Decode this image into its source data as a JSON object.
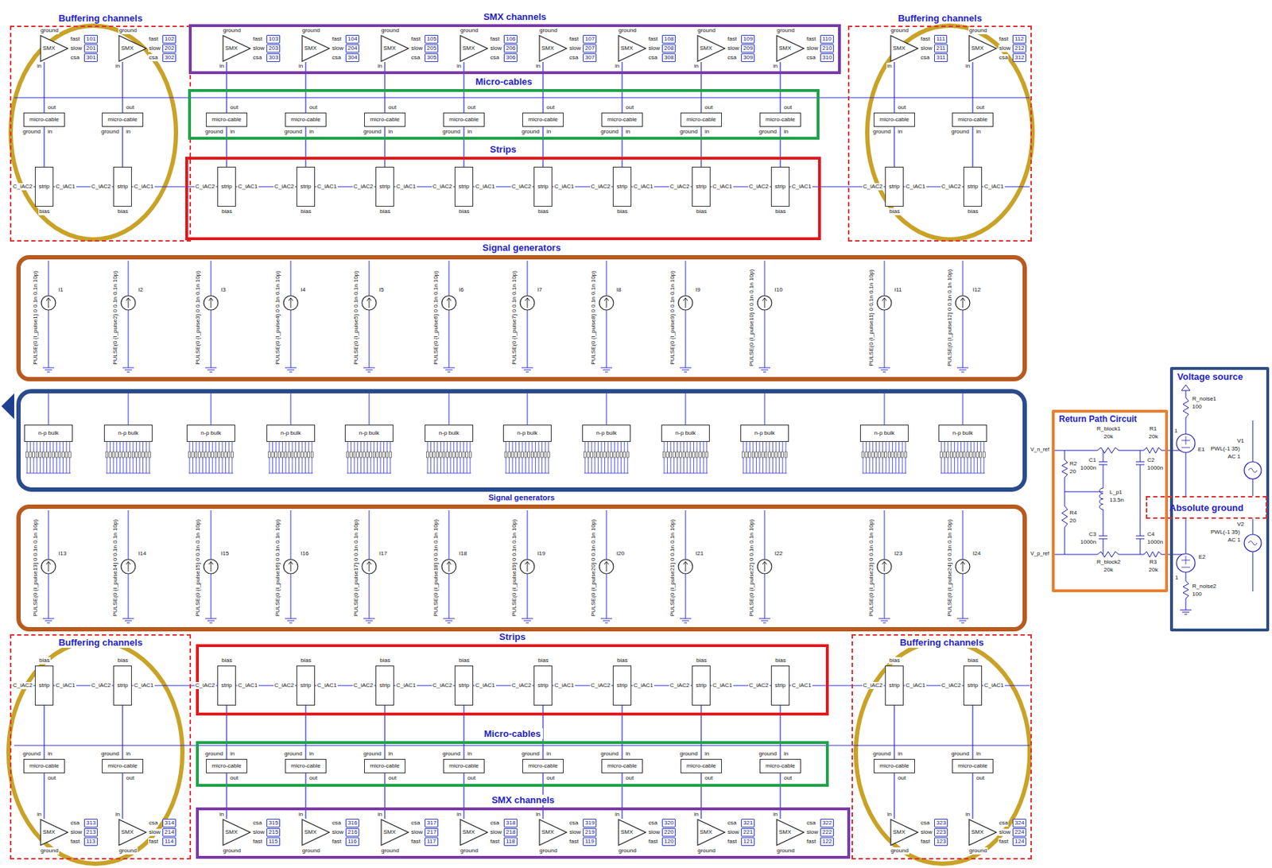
{
  "diagram": {
    "nodes": [
      {
        "text": [
          "Buffering channels"
        ]
      },
      {
        "text": [
          "SMX channels"
        ]
      },
      {
        "text": [
          "Micro-cables"
        ]
      },
      {
        "text": [
          "Strips"
        ]
      },
      {
        "text": [
          "Buffering channels"
        ]
      },
      {
        "text": [
          "Signal generators"
        ]
      },
      {
        "text": [
          "Signal generators"
        ]
      },
      {
        "text": [
          "Buffering channels"
        ]
      },
      {
        "text": [
          "Strips"
        ]
      },
      {
        "text": [
          "Micro-cables"
        ]
      },
      {
        "text": [
          "SMX channels"
        ]
      },
      {
        "text": [
          "Buffering channels"
        ]
      },
      {
        "text": [
          "Return Path Circuit"
        ]
      },
      {
        "text": [
          "Voltage source"
        ]
      },
      {
        "text": [
          "Absolute ground"
        ]
      },
      {
        "text": [
          "SMX"
        ],
        "in": 0
      },
      {
        "text": [
          "SMX"
        ],
        "in": 0
      },
      {
        "text": [
          "SMX"
        ],
        "in": 1
      },
      {
        "text": [
          "SMX"
        ],
        "in": 1
      },
      {
        "text": [
          "SMX"
        ],
        "in": 1
      },
      {
        "text": [
          "SMX"
        ],
        "in": 1
      },
      {
        "text": [
          "SMX"
        ],
        "in": 1
      },
      {
        "text": [
          "SMX"
        ],
        "in": 1
      },
      {
        "text": [
          "SMX"
        ],
        "in": 1
      },
      {
        "text": [
          "SMX"
        ],
        "in": 1
      },
      {
        "text": [
          "SMX"
        ],
        "in": 4
      },
      {
        "text": [
          "SMX"
        ],
        "in": 4
      },
      {
        "text": [
          "micro-cable"
        ],
        "in": 0
      },
      {
        "text": [
          "micro-cable"
        ],
        "in": 0
      },
      {
        "text": [
          "micro-cable"
        ],
        "in": 2
      },
      {
        "text": [
          "micro-cable"
        ],
        "in": 2
      },
      {
        "text": [
          "micro-cable"
        ],
        "in": 2
      },
      {
        "text": [
          "micro-cable"
        ],
        "in": 2
      },
      {
        "text": [
          "micro-cable"
        ],
        "in": 2
      },
      {
        "text": [
          "micro-cable"
        ],
        "in": 2
      },
      {
        "text": [
          "micro-cable"
        ],
        "in": 2
      },
      {
        "text": [
          "micro-cable"
        ],
        "in": 2
      },
      {
        "text": [
          "micro-cable"
        ],
        "in": 4
      },
      {
        "text": [
          "micro-cable"
        ],
        "in": 4
      },
      {
        "text": [
          "strip"
        ],
        "in": 0
      },
      {
        "text": [
          "strip"
        ],
        "in": 0
      },
      {
        "text": [
          "strip"
        ],
        "in": 3
      },
      {
        "text": [
          "strip"
        ],
        "in": 3
      },
      {
        "text": [
          "strip"
        ],
        "in": 3
      },
      {
        "text": [
          "strip"
        ],
        "in": 3
      },
      {
        "text": [
          "strip"
        ],
        "in": 3
      },
      {
        "text": [
          "strip"
        ],
        "in": 3
      },
      {
        "text": [
          "strip"
        ],
        "in": 3
      },
      {
        "text": [
          "strip"
        ],
        "in": 3
      },
      {
        "text": [
          "strip"
        ],
        "in": 4
      },
      {
        "text": [
          "strip"
        ],
        "in": 4
      },
      {
        "text": [
          "n-p bulk"
        ]
      },
      {
        "text": [
          "n-p bulk"
        ]
      },
      {
        "text": [
          "n-p bulk"
        ]
      },
      {
        "text": [
          "n-p bulk"
        ]
      },
      {
        "text": [
          "n-p bulk"
        ]
      },
      {
        "text": [
          "n-p bulk"
        ]
      },
      {
        "text": [
          "n-p bulk"
        ]
      },
      {
        "text": [
          "n-p bulk"
        ]
      },
      {
        "text": [
          "n-p bulk"
        ]
      },
      {
        "text": [
          "n-p bulk"
        ]
      },
      {
        "text": [
          "n-p bulk"
        ]
      },
      {
        "text": [
          "n-p bulk"
        ]
      },
      {
        "text": [
          "strip"
        ],
        "in": 7
      },
      {
        "text": [
          "strip"
        ],
        "in": 7
      },
      {
        "text": [
          "strip"
        ],
        "in": 8
      },
      {
        "text": [
          "strip"
        ],
        "in": 8
      },
      {
        "text": [
          "strip"
        ],
        "in": 8
      },
      {
        "text": [
          "strip"
        ],
        "in": 8
      },
      {
        "text": [
          "strip"
        ],
        "in": 8
      },
      {
        "text": [
          "strip"
        ],
        "in": 8
      },
      {
        "text": [
          "strip"
        ],
        "in": 8
      },
      {
        "text": [
          "strip"
        ],
        "in": 8
      },
      {
        "text": [
          "strip"
        ],
        "in": 11
      },
      {
        "text": [
          "strip"
        ],
        "in": 11
      },
      {
        "text": [
          "micro-cable"
        ],
        "in": 7
      },
      {
        "text": [
          "micro-cable"
        ],
        "in": 7
      },
      {
        "text": [
          "micro-cable"
        ],
        "in": 9
      },
      {
        "text": [
          "micro-cable"
        ],
        "in": 9
      },
      {
        "text": [
          "micro-cable"
        ],
        "in": 9
      },
      {
        "text": [
          "micro-cable"
        ],
        "in": 9
      },
      {
        "text": [
          "micro-cable"
        ],
        "in": 9
      },
      {
        "text": [
          "micro-cable"
        ],
        "in": 9
      },
      {
        "text": [
          "micro-cable"
        ],
        "in": 9
      },
      {
        "text": [
          "micro-cable"
        ],
        "in": 9
      },
      {
        "text": [
          "micro-cable"
        ],
        "in": 11
      },
      {
        "text": [
          "micro-cable"
        ],
        "in": 11
      },
      {
        "text": [
          "SMX"
        ],
        "in": 7
      },
      {
        "text": [
          "SMX"
        ],
        "in": 7
      },
      {
        "text": [
          "SMX"
        ],
        "in": 10
      },
      {
        "text": [
          "SMX"
        ],
        "in": 10
      },
      {
        "text": [
          "SMX"
        ],
        "in": 10
      },
      {
        "text": [
          "SMX"
        ],
        "in": 10
      },
      {
        "text": [
          "SMX"
        ],
        "in": 10
      },
      {
        "text": [
          "SMX"
        ],
        "in": 10
      },
      {
        "text": [
          "SMX"
        ],
        "in": 10
      },
      {
        "text": [
          "SMX"
        ],
        "in": 10
      },
      {
        "text": [
          "SMX"
        ],
        "in": 11
      },
      {
        "text": [
          "SMX"
        ],
        "in": 11
      }
    ],
    "edges": [
      {
        "from": 39,
        "to": 27,
        "arrow": "none"
      },
      {
        "from": 27,
        "to": 15,
        "arrow": "none"
      },
      {
        "from": 40,
        "to": 28,
        "arrow": "none"
      },
      {
        "from": 28,
        "to": 16,
        "arrow": "none"
      },
      {
        "from": 41,
        "to": 29,
        "arrow": "none"
      },
      {
        "from": 29,
        "to": 17,
        "arrow": "none"
      },
      {
        "from": 42,
        "to": 30,
        "arrow": "none"
      },
      {
        "from": 30,
        "to": 18,
        "arrow": "none"
      },
      {
        "from": 43,
        "to": 31,
        "arrow": "none"
      },
      {
        "from": 31,
        "to": 19,
        "arrow": "none"
      },
      {
        "from": 44,
        "to": 32,
        "arrow": "none"
      },
      {
        "from": 32,
        "to": 20,
        "arrow": "none"
      },
      {
        "from": 45,
        "to": 33,
        "arrow": "none"
      },
      {
        "from": 33,
        "to": 21,
        "arrow": "none"
      },
      {
        "from": 46,
        "to": 34,
        "arrow": "none"
      },
      {
        "from": 34,
        "to": 22,
        "arrow": "none"
      },
      {
        "from": 47,
        "to": 35,
        "arrow": "none"
      },
      {
        "from": 35,
        "to": 23,
        "arrow": "none"
      },
      {
        "from": 48,
        "to": 36,
        "arrow": "none"
      },
      {
        "from": 36,
        "to": 24,
        "arrow": "none"
      },
      {
        "from": 49,
        "to": 37,
        "arrow": "none"
      },
      {
        "from": 37,
        "to": 25,
        "arrow": "none"
      },
      {
        "from": 50,
        "to": 38,
        "arrow": "none"
      },
      {
        "from": 38,
        "to": 26,
        "arrow": "none"
      },
      {
        "from": 63,
        "to": 75,
        "arrow": "none"
      },
      {
        "from": 75,
        "to": 87,
        "arrow": "none"
      },
      {
        "from": 64,
        "to": 76,
        "arrow": "none"
      },
      {
        "from": 76,
        "to": 88,
        "arrow": "none"
      },
      {
        "from": 65,
        "to": 77,
        "arrow": "none"
      },
      {
        "from": 77,
        "to": 89,
        "arrow": "none"
      },
      {
        "from": 66,
        "to": 78,
        "arrow": "none"
      },
      {
        "from": 78,
        "to": 90,
        "arrow": "none"
      },
      {
        "from": 67,
        "to": 79,
        "arrow": "none"
      },
      {
        "from": 79,
        "to": 91,
        "arrow": "none"
      },
      {
        "from": 68,
        "to": 80,
        "arrow": "none"
      },
      {
        "from": 80,
        "to": 92,
        "arrow": "none"
      },
      {
        "from": 69,
        "to": 81,
        "arrow": "none"
      },
      {
        "from": 81,
        "to": 93,
        "arrow": "none"
      },
      {
        "from": 70,
        "to": 82,
        "arrow": "none"
      },
      {
        "from": 82,
        "to": 94,
        "arrow": "none"
      },
      {
        "from": 71,
        "to": 83,
        "arrow": "none"
      },
      {
        "from": 83,
        "to": 95,
        "arrow": "none"
      },
      {
        "from": 72,
        "to": 84,
        "arrow": "none"
      },
      {
        "from": 84,
        "to": 96,
        "arrow": "none"
      },
      {
        "from": 73,
        "to": 85,
        "arrow": "none"
      },
      {
        "from": 85,
        "to": 97,
        "arrow": "none"
      },
      {
        "from": 74,
        "to": 86,
        "arrow": "none"
      },
      {
        "from": 86,
        "to": 98,
        "arrow": "none"
      }
    ],
    "labels": [
      "ground",
      "in",
      "fast",
      "slow",
      "csa",
      "101",
      "201",
      "301",
      "ground",
      "in",
      "fast",
      "slow",
      "csa",
      "102",
      "202",
      "302",
      "ground",
      "in",
      "fast",
      "slow",
      "csa",
      "103",
      "203",
      "303",
      "ground",
      "in",
      "fast",
      "slow",
      "csa",
      "104",
      "204",
      "304",
      "ground",
      "in",
      "fast",
      "slow",
      "csa",
      "105",
      "205",
      "305",
      "ground",
      "in",
      "fast",
      "slow",
      "csa",
      "106",
      "206",
      "306",
      "ground",
      "in",
      "fast",
      "slow",
      "csa",
      "107",
      "207",
      "307",
      "ground",
      "in",
      "fast",
      "slow",
      "csa",
      "108",
      "208",
      "308",
      "ground",
      "in",
      "fast",
      "slow",
      "csa",
      "109",
      "209",
      "309",
      "ground",
      "in",
      "fast",
      "slow",
      "csa",
      "110",
      "210",
      "310",
      "ground",
      "in",
      "fast",
      "slow",
      "csa",
      "111",
      "211",
      "311",
      "ground",
      "in",
      "fast",
      "slow",
      "csa",
      "112",
      "212",
      "312",
      "out",
      "ground",
      "in",
      "out",
      "ground",
      "in",
      "out",
      "ground",
      "in",
      "out",
      "ground",
      "in",
      "out",
      "ground",
      "in",
      "out",
      "ground",
      "in",
      "out",
      "ground",
      "in",
      "out",
      "ground",
      "in",
      "out",
      "ground",
      "in",
      "out",
      "ground",
      "in",
      "out",
      "ground",
      "in",
      "out",
      "ground",
      "in",
      "C_iAC2",
      "C_iAC1",
      "bias",
      "C_iAC2",
      "C_iAC1",
      "bias",
      "C_iAC2",
      "C_iAC1",
      "bias",
      "C_iAC2",
      "C_iAC1",
      "bias",
      "C_iAC2",
      "C_iAC1",
      "bias",
      "C_iAC2",
      "C_iAC1",
      "bias",
      "C_iAC2",
      "C_iAC1",
      "bias",
      "C_iAC2",
      "C_iAC1",
      "bias",
      "C_iAC2",
      "C_iAC1",
      "bias",
      "C_iAC2",
      "C_iAC1",
      "bias",
      "C_iAC2",
      "C_iAC1",
      "bias",
      "C_iAC2",
      "C_iAC1",
      "bias",
      "I1",
      "PULSE(0 {I_pulse1} 0 0.1n 0.1n 10p)",
      "I2",
      "PULSE(0 {I_pulse2} 0 0.1n 0.1n 10p)",
      "I3",
      "PULSE(0 {I_pulse3} 0 0.1n 0.1n 10p)",
      "I4",
      "PULSE(0 {I_pulse4} 0 0.1n 0.1n 10p)",
      "I5",
      "PULSE(0 {I_pulse5} 0 0.1n 0.1n 10p)",
      "I6",
      "PULSE(0 {I_pulse6} 0 0.1n 0.1n 10p)",
      "I7",
      "PULSE(0 {I_pulse7} 0 0.1n 0.1n 10p)",
      "I8",
      "PULSE(0 {I_pulse8} 0 0.1n 0.1n 10p)",
      "I9",
      "PULSE(0 {I_pulse9} 0 0.1n 0.1n 10p)",
      "I10",
      "PULSE(0 {I_pulse10} 0 0.1n 0.1n 10p)",
      "I11",
      "PULSE(0 {I_pulse11} 0 0.1n 0.1n 10p)",
      "I12",
      "PULSE(0 {I_pulse12} 0 0.1n 0.1n 10p)",
      "I13",
      "PULSE(0 {I_pulse13} 0 0.1n 0.1n 10p)",
      "I14",
      "PULSE(0 {I_pulse14} 0 0.1n 0.1n 10p)",
      "I15",
      "PULSE(0 {I_pulse15} 0 0.1n 0.1n 10p)",
      "I16",
      "PULSE(0 {I_pulse16} 0 0.1n 0.1n 10p)",
      "I17",
      "PULSE(0 {I_pulse17} 0 0.1n 0.1n 10p)",
      "I18",
      "PULSE(0 {I_pulse18} 0 0.1n 0.1n 10p)",
      "I19",
      "PULSE(0 {I_pulse19} 0 0.1n 0.1n 10p)",
      "I20",
      "PULSE(0 {I_pulse20} 0 0.1n 0.1n 10p)",
      "I21",
      "PULSE(0 {I_pulse21} 0 0.1n 0.1n 10p)",
      "I22",
      "PULSE(0 {I_pulse22} 0 0.1n 0.1n 10p)",
      "I23",
      "PULSE(0 {I_pulse23} 0 0.1n 0.1n 10p)",
      "I24",
      "PULSE(0 {I_pulse24} 0 0.1n 0.1n 10p)",
      "bias",
      "C_iAC2",
      "C_iAC1",
      "bias",
      "C_iAC2",
      "C_iAC1",
      "bias",
      "C_iAC2",
      "C_iAC1",
      "bias",
      "C_iAC2",
      "C_iAC1",
      "bias",
      "C_iAC2",
      "C_iAC1",
      "bias",
      "C_iAC2",
      "C_iAC1",
      "bias",
      "C_iAC2",
      "C_iAC1",
      "bias",
      "C_iAC2",
      "C_iAC1",
      "bias",
      "C_iAC2",
      "C_iAC1",
      "bias",
      "C_iAC2",
      "C_iAC1",
      "bias",
      "C_iAC2",
      "C_iAC1",
      "bias",
      "C_iAC2",
      "C_iAC1",
      "ground",
      "in",
      "out",
      "ground",
      "in",
      "out",
      "ground",
      "in",
      "out",
      "ground",
      "in",
      "out",
      "ground",
      "in",
      "out",
      "ground",
      "in",
      "out",
      "ground",
      "in",
      "out",
      "ground",
      "in",
      "out",
      "ground",
      "in",
      "out",
      "ground",
      "in",
      "out",
      "ground",
      "in",
      "out",
      "ground",
      "in",
      "out",
      "in",
      "csa",
      "slow",
      "fast",
      "313",
      "213",
      "113",
      "ground",
      "in",
      "csa",
      "slow",
      "fast",
      "314",
      "214",
      "114",
      "ground",
      "in",
      "csa",
      "slow",
      "fast",
      "315",
      "215",
      "115",
      "ground",
      "in",
      "csa",
      "slow",
      "fast",
      "316",
      "216",
      "116",
      "ground",
      "in",
      "csa",
      "slow",
      "fast",
      "317",
      "217",
      "117",
      "ground",
      "in",
      "csa",
      "slow",
      "fast",
      "318",
      "218",
      "118",
      "ground",
      "in",
      "csa",
      "slow",
      "fast",
      "319",
      "219",
      "119",
      "ground",
      "in",
      "csa",
      "slow",
      "fast",
      "320",
      "220",
      "120",
      "ground",
      "in",
      "csa",
      "slow",
      "fast",
      "321",
      "221",
      "121",
      "ground",
      "in",
      "csa",
      "slow",
      "fast",
      "322",
      "222",
      "122",
      "ground",
      "in",
      "csa",
      "slow",
      "fast",
      "323",
      "223",
      "123",
      "ground",
      "in",
      "csa",
      "slow",
      "fast",
      "324",
      "224",
      "124",
      "ground",
      "V_n_ref",
      "R_block1",
      "20k",
      "R1",
      "20k",
      "C1",
      "1000n",
      "C2",
      "1000n",
      "R2",
      "20",
      "L_p1",
      "13.5n",
      "R4",
      "20",
      "C3",
      "1000n",
      "C4",
      "1000n",
      "R_block2",
      "20k",
      "R3",
      "20k",
      "V_p_ref",
      "R_noise1",
      "100",
      "1",
      "E1",
      "V1",
      "PWL(-1 35)",
      "AC 1",
      "V2",
      "PWL(-1 35)",
      "AC 1",
      "E2",
      "1",
      "R_noise2",
      "100"
    ]
  }
}
